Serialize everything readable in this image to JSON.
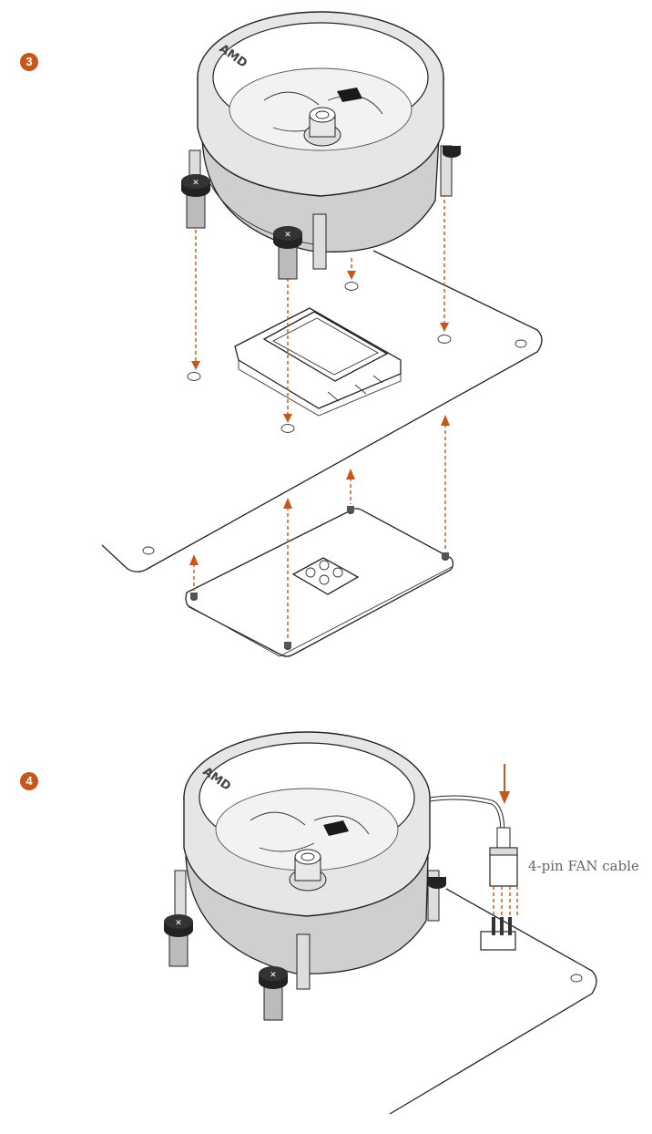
{
  "steps": [
    {
      "number": "3"
    },
    {
      "number": "4"
    }
  ],
  "cooler_brand_text": "AMD",
  "fan_cable_label": "4-pin FAN cable",
  "colors": {
    "accent": "#c8561a",
    "outline": "#222222",
    "backplate": "#d9d9d9"
  }
}
